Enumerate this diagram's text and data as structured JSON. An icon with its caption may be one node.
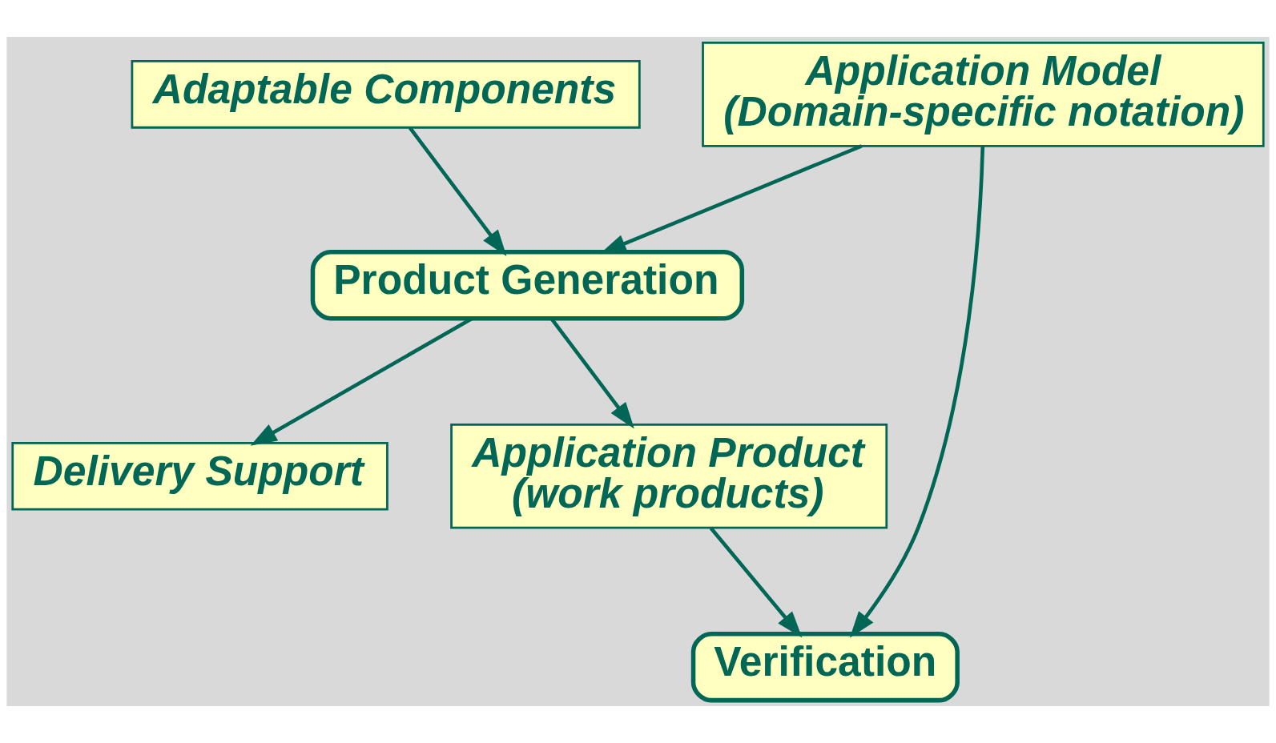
{
  "diagram": {
    "nodes": [
      {
        "text": [
          "Adaptable Components"
        ]
      },
      {
        "text": [
          "Application Model",
          "(Domain-specific notation)"
        ]
      },
      {
        "text": [
          "Product Generation"
        ]
      },
      {
        "text": [
          "Verification"
        ]
      },
      {
        "text": [
          "Delivery Support"
        ]
      },
      {
        "text": [
          "Application Product",
          "(work products)"
        ]
      }
    ],
    "edges": [
      {
        "from": 0,
        "to": 2,
        "arrow": "to"
      },
      {
        "from": 1,
        "to": 2,
        "arrow": "to"
      },
      {
        "from": 1,
        "to": 3,
        "arrow": "to"
      },
      {
        "from": 2,
        "to": 4,
        "arrow": "to"
      },
      {
        "from": 2,
        "to": 5,
        "arrow": "to"
      },
      {
        "from": 5,
        "to": 3,
        "arrow": "to"
      }
    ]
  }
}
